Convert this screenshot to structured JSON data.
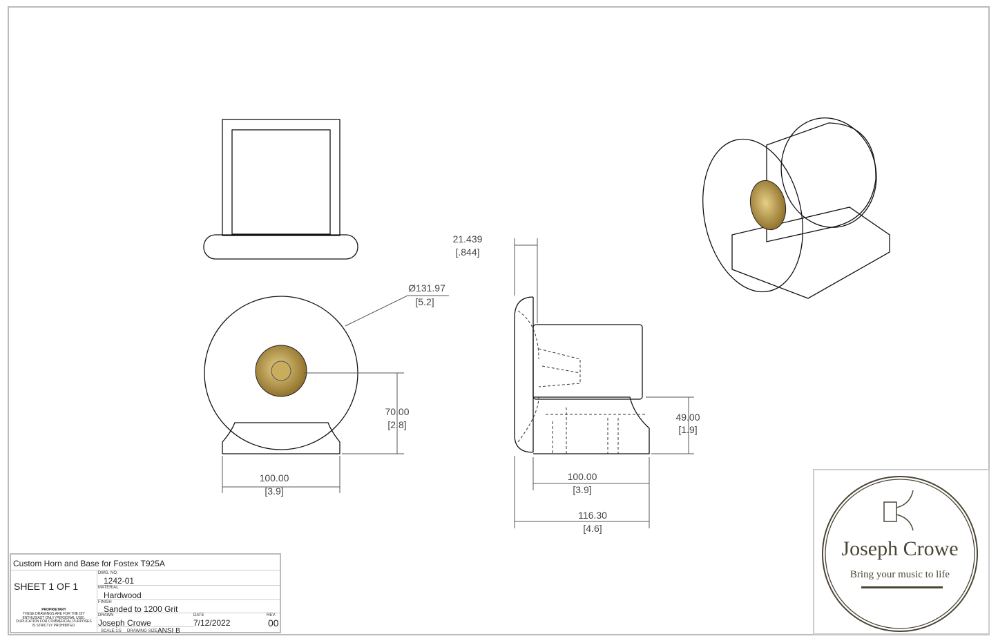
{
  "dimensions": {
    "diameter": {
      "value": "Ø131.97",
      "inch": "[5.2]"
    },
    "front_height": {
      "value": "70.00",
      "inch": "[2.8]"
    },
    "front_width": {
      "value": "100.00",
      "inch": "[3.9]"
    },
    "flange_depth": {
      "value": "21.439",
      "inch": "[.844]"
    },
    "side_height": {
      "value": "49.00",
      "inch": "[1.9]"
    },
    "side_base_width": {
      "value": "100.00",
      "inch": "[3.9]"
    },
    "side_total_width": {
      "value": "116.30",
      "inch": "[4.6]"
    }
  },
  "title_block": {
    "title": "Custom Horn and Base for Fostex T925A",
    "sheet": "SHEET 1 OF 1",
    "dwg_no_label": "DWG. NO.",
    "dwg_no": "1242-01",
    "material_label": "MATERIAL",
    "material": "Hardwood",
    "finish_label": "FINISH",
    "finish": "Sanded to 1200 Grit",
    "drawn_label": "DRAWN",
    "drawn": "Joseph Crowe",
    "date_label": "DATE",
    "date": "7/12/2022",
    "rev_label": "REV.",
    "rev": "00",
    "scale": "SCALE:1:5",
    "size_label": "DRAWING SIZE",
    "size": "ANSI B",
    "proprietary_title": "PROPRIETARY",
    "proprietary_text": "THESE DRAWINGS ARE FOR THE DIY ENTHUSIAST ONLY (PERSONAL USE). DUPLICATION FOR COMMERCIAL PURPOSES IS STRICTLY PROHIBITED."
  },
  "logo": {
    "name": "Joseph Crowe",
    "tagline": "Bring your music to life"
  },
  "colors": {
    "wood": "#5a2b1c",
    "black": "#2b2b2b",
    "brass": "#b8963e",
    "logo": "#4a4535"
  }
}
